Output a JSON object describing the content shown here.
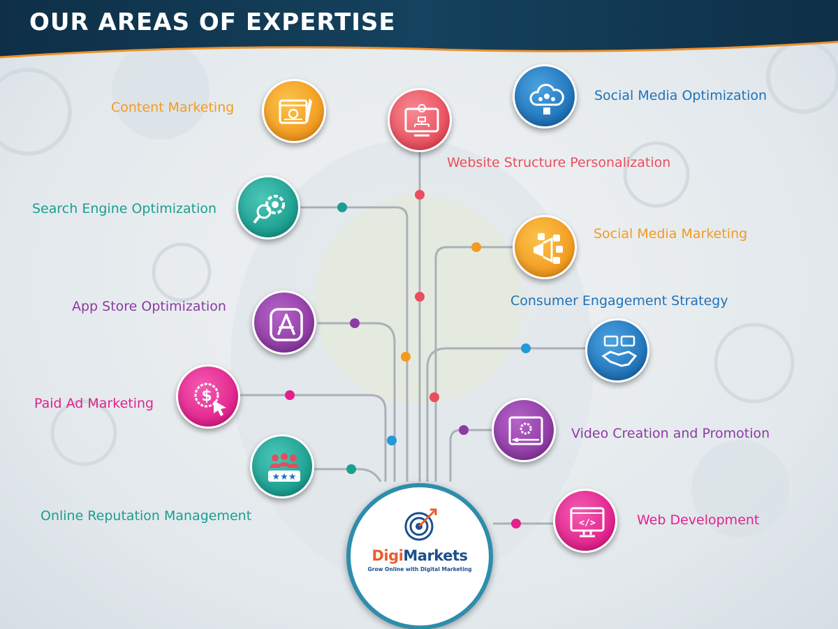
{
  "header": {
    "title": "OUR AREAS OF EXPERTISE"
  },
  "hub": {
    "brand_part1": "Digi",
    "brand_part2": "Markets",
    "tagline": "Grow Online with Digital Marketing"
  },
  "services": [
    {
      "label": "Content Marketing",
      "color": "#f39a1f",
      "icon": "content-marketing-icon"
    },
    {
      "label": "Website Structure Personalization",
      "color": "#ea4d5b",
      "icon": "sitemap-icon"
    },
    {
      "label": "Social Media Optimization",
      "color": "#1f72b8",
      "icon": "social-cloud-icon"
    },
    {
      "label": "Search Engine Optimization",
      "color": "#1a9e8f",
      "icon": "seo-gear-icon"
    },
    {
      "label": "Social Media Marketing",
      "color": "#f39a1f",
      "icon": "megaphone-icon"
    },
    {
      "label": "App Store Optimization",
      "color": "#8d3aa3",
      "icon": "app-store-icon"
    },
    {
      "label": "Consumer Engagement Strategy",
      "color": "#1f72b8",
      "icon": "handshake-icon"
    },
    {
      "label": "Paid Ad Marketing",
      "color": "#e2218c",
      "icon": "dollar-cursor-icon"
    },
    {
      "label": "Video Creation and Promotion",
      "color": "#8d3aa3",
      "icon": "video-icon"
    },
    {
      "label": "Online Reputation Management",
      "color": "#1a9e8f",
      "icon": "rating-stars-icon"
    },
    {
      "label": "Web Development",
      "color": "#e2218c",
      "icon": "code-monitor-icon"
    }
  ]
}
